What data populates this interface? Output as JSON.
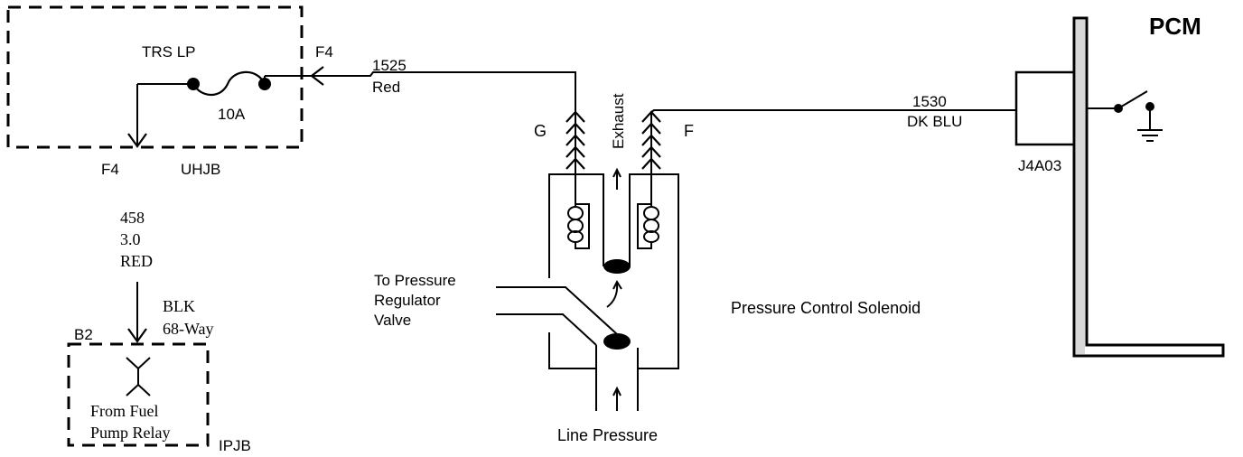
{
  "uhjb": {
    "fuse_name": "TRS LP",
    "fuse_rating": "10A",
    "pin_in": "F4",
    "pin_out": "F4",
    "label": "UHJB"
  },
  "wire_458": {
    "circuit": "458",
    "gauge": "3.0",
    "color": "RED"
  },
  "ipjb_connector": {
    "color": "BLK",
    "type": "68-Way",
    "pin": "B2"
  },
  "ipjb": {
    "source_line1": "From Fuel",
    "source_line2": "Pump Relay",
    "label": "IPJB"
  },
  "wire_1525": {
    "circuit": "1525",
    "color": "Red"
  },
  "solenoid": {
    "pin_g": "G",
    "pin_f": "F",
    "exhaust": "Exhaust",
    "to_regulator_line1": "To Pressure",
    "to_regulator_line2": "Regulator",
    "to_regulator_line3": "Valve",
    "line_pressure": "Line Pressure",
    "name": "Pressure Control Solenoid"
  },
  "wire_1530": {
    "circuit": "1530",
    "color": "DK BLU"
  },
  "pcm": {
    "title": "PCM",
    "connector": "J4A03"
  }
}
